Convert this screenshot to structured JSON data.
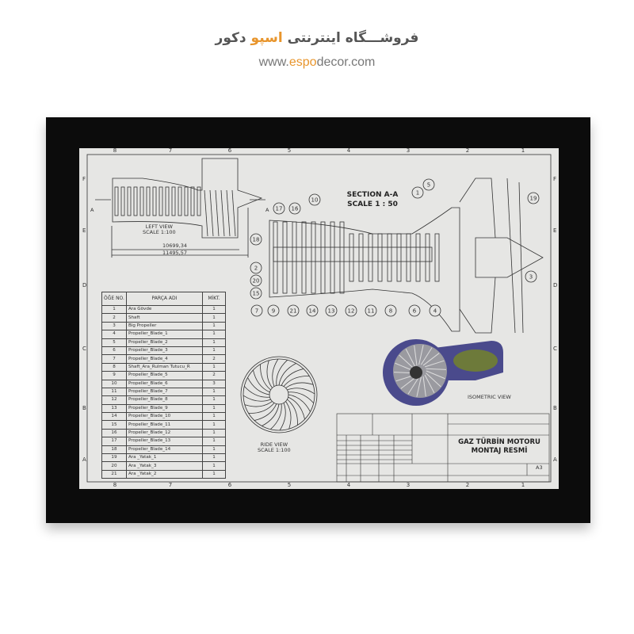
{
  "brand": {
    "name_prefix": "فروشـــگاه اینترنتی",
    "name_accent": "اسپو",
    "name_suffix": "دکور",
    "url_prefix": "www.",
    "url_accent": "espo",
    "url_suffix": "decor.com"
  },
  "drawing": {
    "columns": [
      "8",
      "7",
      "6",
      "5",
      "4",
      "3",
      "2",
      "1"
    ],
    "rows": [
      "F",
      "E",
      "D",
      "C",
      "B",
      "A"
    ],
    "left_view": {
      "label": "LEFT VIEW",
      "scale": "SCALE 1:100",
      "dim1": "10699,34",
      "dim2": "11495,57",
      "section_mark": "A"
    },
    "section": {
      "label": "SECTION A-A",
      "scale": "SCALE 1 : 50"
    },
    "side_view": {
      "label": "RIDE VIEW",
      "scale": "SCALE 1:100"
    },
    "isometric_view": {
      "label": "ISOMETRIC VIEW"
    },
    "balloons": [
      "10",
      "17",
      "16",
      "18",
      "2",
      "20",
      "15",
      "7",
      "9",
      "21",
      "14",
      "13",
      "12",
      "11",
      "8",
      "6",
      "4",
      "1",
      "5",
      "19",
      "3"
    ],
    "bom": {
      "headers": {
        "no": "ÖĞE NO.",
        "name": "PARÇA ADI",
        "qty": "MİKT."
      },
      "rows": [
        [
          "1",
          "Ara Gövde",
          "1"
        ],
        [
          "2",
          "Shaft",
          "1"
        ],
        [
          "3",
          "Big Propeller",
          "1"
        ],
        [
          "4",
          "Propeller_Blade_1",
          "1"
        ],
        [
          "5",
          "Propeller_Blade_2",
          "1"
        ],
        [
          "6",
          "Propeller_Blade_3",
          "1"
        ],
        [
          "7",
          "Propeller_Blade_4",
          "2"
        ],
        [
          "8",
          "Shaft_Ara_Rulman Tutucu_R",
          "1"
        ],
        [
          "9",
          "Propeller_Blade_5",
          "2"
        ],
        [
          "10",
          "Propeller_Blade_6",
          "3"
        ],
        [
          "11",
          "Propeller_Blade_7",
          "1"
        ],
        [
          "12",
          "Propeller_Blade_8",
          "1"
        ],
        [
          "13",
          "Propeller_Blade_9",
          "1"
        ],
        [
          "14",
          "Propeller_Blade_10",
          "1"
        ],
        [
          "15",
          "Propeller_Blade_11",
          "1"
        ],
        [
          "16",
          "Propeller_Blade_12",
          "1"
        ],
        [
          "17",
          "Propeller_Blade_13",
          "1"
        ],
        [
          "18",
          "Propeller_Blade_14",
          "1"
        ],
        [
          "19",
          "Ara _Yatak_1",
          "1"
        ],
        [
          "20",
          "Ara _Yatak_3",
          "1"
        ],
        [
          "21",
          "Ara _Yatak_2",
          "1"
        ]
      ]
    },
    "title_block": {
      "title_line1": "GAZ TÜRBİN MOTORU",
      "title_line2": "MONTAJ RESMİ",
      "size": "A3"
    },
    "colors": {
      "iso_body": "#4a4a8c",
      "paper": "#e6e6e4",
      "frame": "#0c0c0c"
    }
  }
}
